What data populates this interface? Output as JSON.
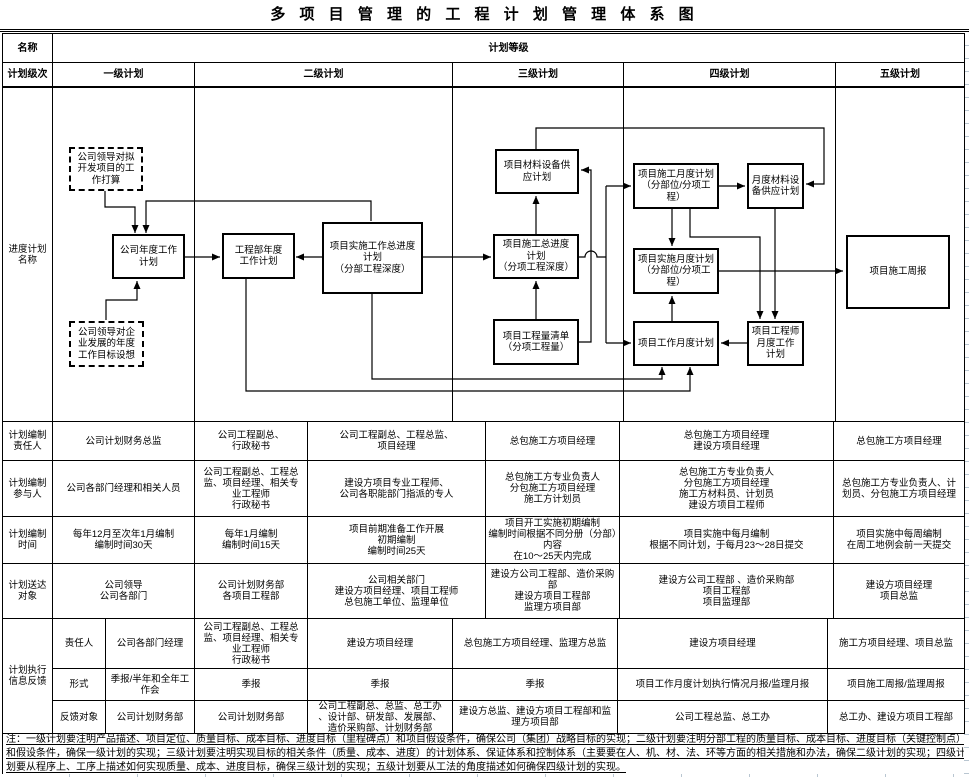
{
  "title": "多 项 目 管 理 的 工 程 计 划 管 理 体 系 图",
  "header": {
    "name": "名称",
    "grade": "计划等级",
    "level_label": "计划级次",
    "levels": [
      "一级计划",
      "二级计划",
      "三级计划",
      "四级计划",
      "五级计划"
    ]
  },
  "flow": {
    "label": "进度计划\n名称",
    "boxes": {
      "b1": "公司领导对拟\n开发项目的工\n作打算",
      "b2": "公司年度工作\n计划",
      "b3": "公司领导对企\n业发展的年度\n工作目标设想",
      "b4": "工程部年度\n工作计划",
      "b5": "项目实施工作总进度\n计划\n（分部工程深度）",
      "b6": "项目材料设备供\n应计划",
      "b7": "项目施工总进度\n计划\n（分项工程深度）",
      "b8": "项目工程量清单\n（分项工程量）",
      "b9": "项目施工月度计划\n（分部位/分项工\n程）",
      "b10": "月度材料设\n备供应计划",
      "b11": "项目实施月度计划\n（分部位/分项工\n程）",
      "b12": "项目工作月度计划",
      "b13": "项目工程师\n月度工作\n计划",
      "b14": "项目施工周报"
    }
  },
  "rows": [
    {
      "label": "计划编制\n责任人",
      "cells": [
        "公司计划财务总监",
        "公司工程副总、\n行政秘书",
        "公司工程副总、工程总监、\n项目经理",
        "总包施工方项目经理",
        "总包施工方项目经理\n建设方项目经理",
        "总包施工方项目经理"
      ]
    },
    {
      "label": "计划编制\n参与人",
      "cells": [
        "公司各部门经理和相关人员",
        "公司工程副总、工程总\n监、项目经理、相关专\n业工程师\n行政秘书",
        "建设方项目专业工程师、\n公司各职能部门指派的专人",
        "总包施工方专业负责人\n分包施工方项目经理\n施工方计划员",
        "总包施工方专业负责人\n分包施工方项目经理\n施工方材料员、计划员\n建设方项目工程师",
        "总包施工方专业负责人、计\n划员、分包施工方项目经理"
      ]
    },
    {
      "label": "计划编制\n时间",
      "cells": [
        "每年12月至次年1月编制\n编制时间30天",
        "每年1月编制\n编制时间15天",
        "项目前期准备工作开展\n初期编制\n编制时间25天",
        "项目开工实施初期编制\n编制时间根据不同分册（分部）内容\n在10～25天内完成",
        "项目实施中每月编制\n根据不同计划，于每月23～28日提交",
        "项目实施中每周编制\n在周工地例会前一天提交"
      ]
    },
    {
      "label": "计划送达\n对象",
      "cells": [
        "公司领导\n公司各部门",
        "公司计划财务部\n各项目工程部",
        "公司相关部门\n建设方项目经理、项目工程师\n总包施工单位、监理单位",
        "建设方公司工程部、造价采购部\n建设方项目工程部\n监理方项目部",
        "建设方公司工程部 、造价采购部\n项目工程部\n项目监理部",
        "建设方项目经理\n项目总监"
      ]
    }
  ],
  "feedback": {
    "label": "计划执行\n信息反馈",
    "rows": [
      {
        "label": "责任人",
        "cells": [
          "公司各部门经理",
          "公司工程副总、工程总\n监、项目经理、相关专\n业工程师\n行政秘书",
          "建设方项目经理",
          "总包施工方项目经理、监理方总监",
          "建设方项目经理",
          "施工方项目经理、项目总监"
        ]
      },
      {
        "label": "形式",
        "cells": [
          "季报/半年和全年工\n作会",
          "季报",
          "季报",
          "季报",
          "项目工作月度计划执行情况月报/监理月报",
          "项目施工周报/监理周报"
        ]
      },
      {
        "label": "反馈对象",
        "cells": [
          "公司计划财务部",
          "公司计划财务部",
          "公司工程副总、总监、总工办\n、设计部、研发部、发展部、\n造价采购部、计划财务部",
          "建设方总监、建设方项目工程部和监\n理方项目部",
          "公司工程总监、总工办",
          "总工办、建设方项目工程部"
        ]
      }
    ]
  },
  "notes": [
    "注：一级计划要注明产品描述、项目定位、质量目标、成本目标、进度目标（里程碑点）和项目假设条件，确保公司（集团）战略目标的实现；二级计划要注明分部工程的质量目标、成本目标、进度目标（关键控制点）",
    "和假设条件，确保一级计划的实现；三级计划要注明实现目标的相关条件（质量、成本、进度）的计划体系、保证体系和控制体系（主要要在人、机、材、法、环等方面的相关措施和办法，确保二级计划的实现；四级计",
    "划要从程序上、工序上描述如何实现质量、成本、进度目标，确保三级计划的实现；五级计划要从工法的角度描述如何确保四级计划的实现。"
  ]
}
